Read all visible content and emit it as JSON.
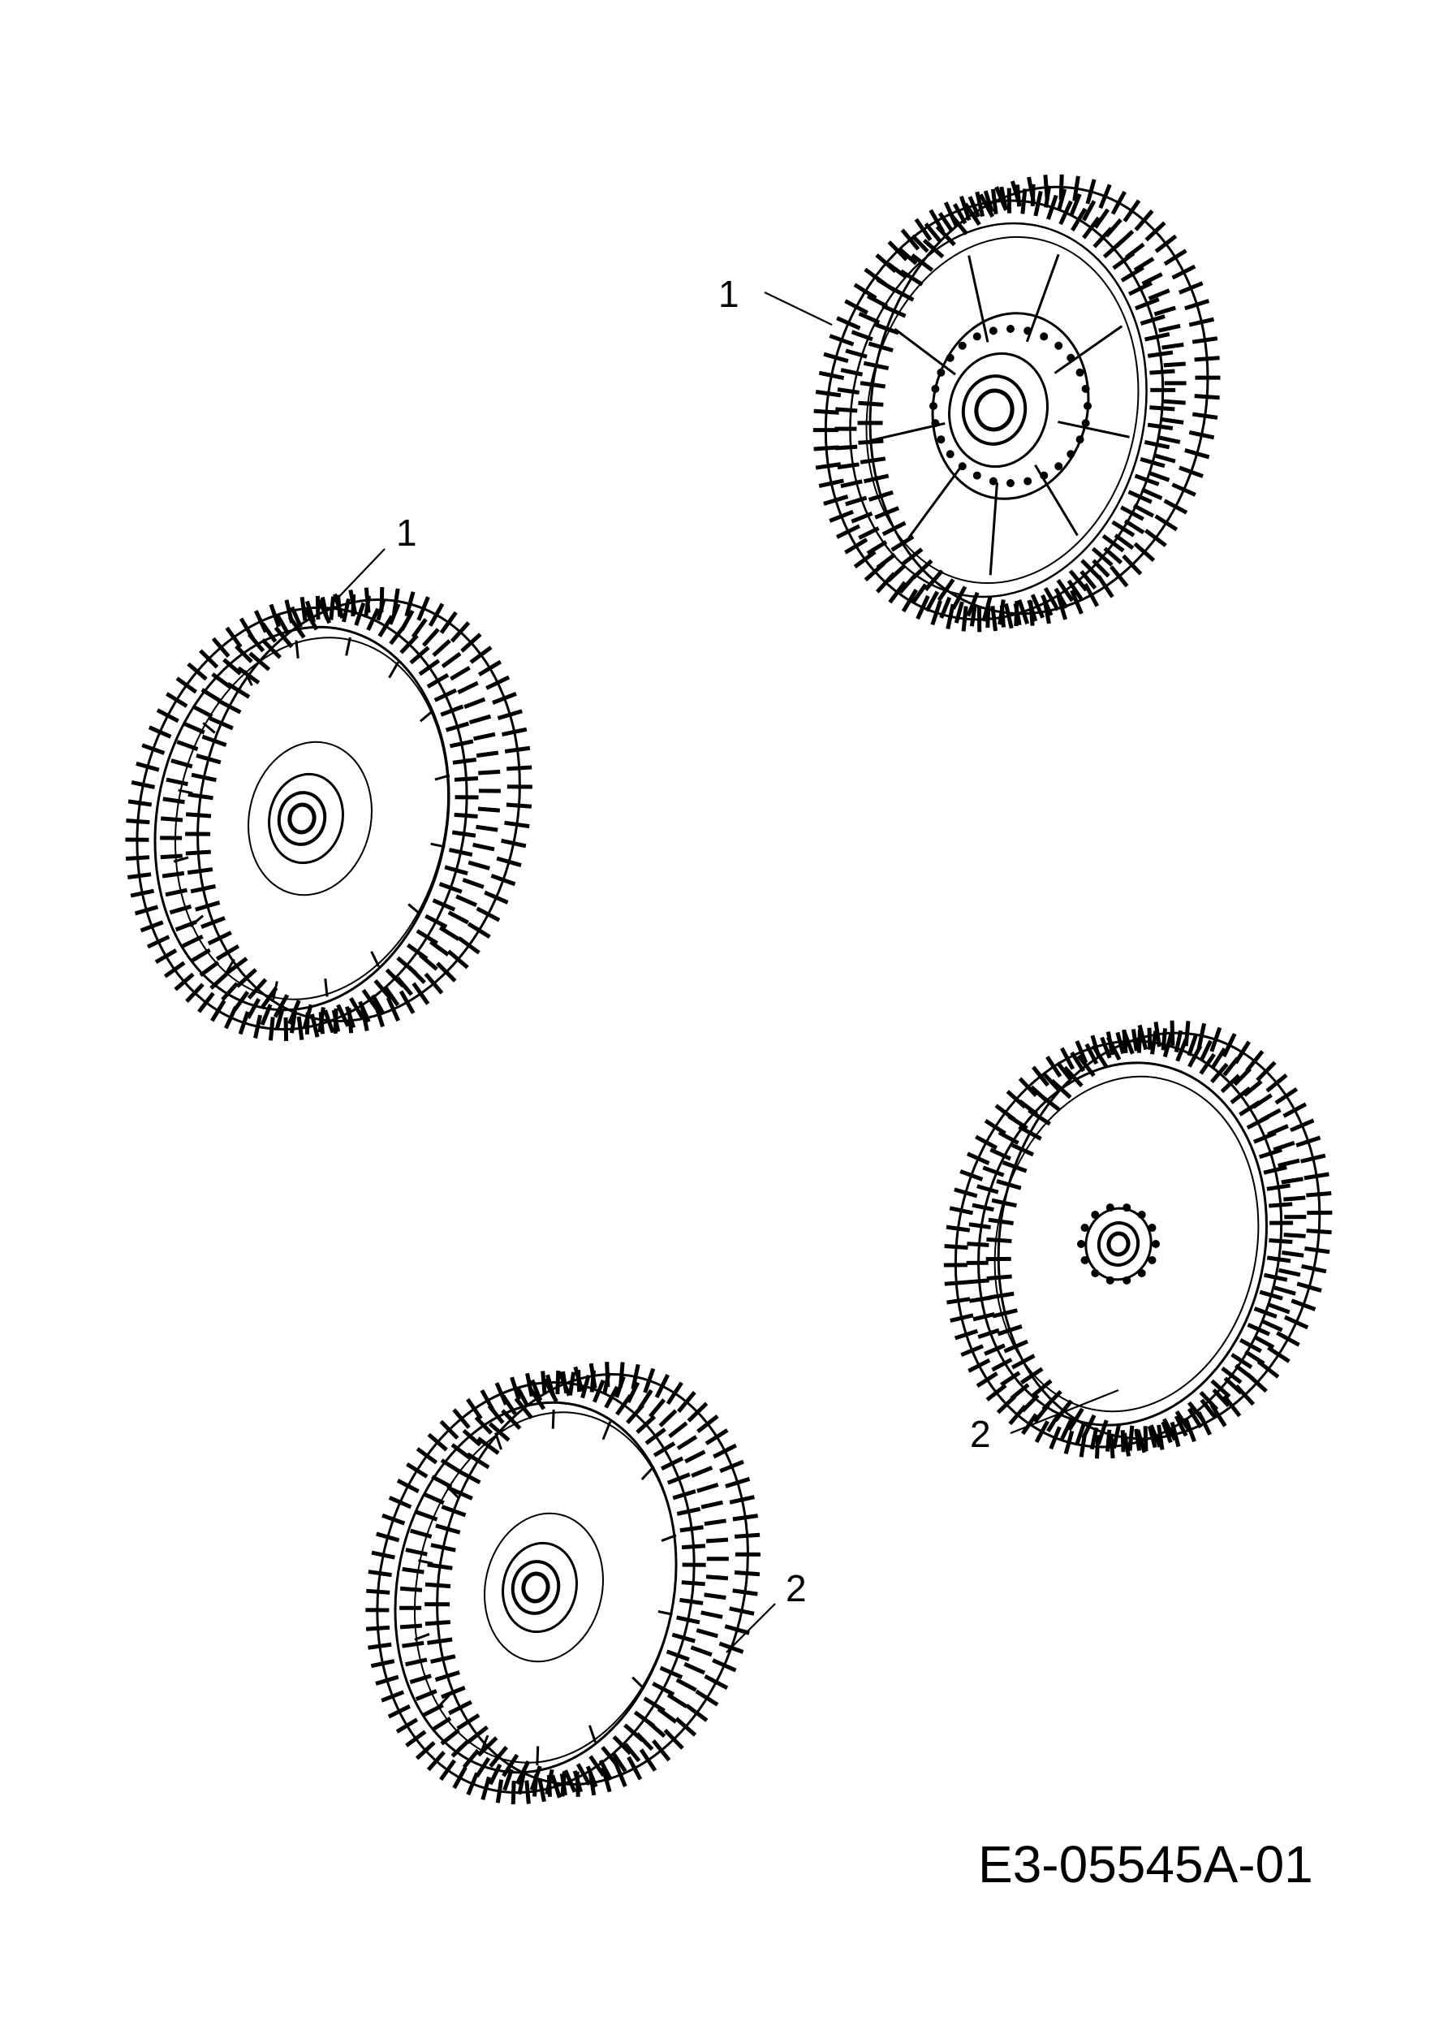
{
  "diagram": {
    "document_id": "E3-05545A-01",
    "parts": [
      {
        "callout": "1",
        "view": "inner side with gear hub"
      },
      {
        "callout": "1",
        "view": "outer side with open rim"
      },
      {
        "callout": "2",
        "view": "inner side with small gear hub"
      },
      {
        "callout": "2",
        "view": "outer side with open rim"
      }
    ]
  }
}
